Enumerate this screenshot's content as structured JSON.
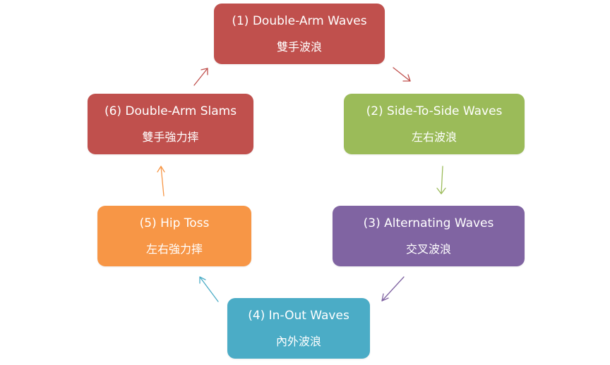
{
  "colors": {
    "red": "#C0504D",
    "green": "#9BBB59",
    "purple": "#8064A2",
    "cyan": "#4BACC6",
    "orange": "#F79646"
  },
  "nodes": [
    {
      "en": "(1) Double-Arm Waves",
      "zh": "雙手波浪",
      "color": "#C0504D"
    },
    {
      "en": "(2) Side-To-Side Waves",
      "zh": "左右波浪",
      "color": "#9BBB59"
    },
    {
      "en": "(3) Alternating Waves",
      "zh": "交叉波浪",
      "color": "#8064A2"
    },
    {
      "en": "(4) In-Out Waves",
      "zh": "內外波浪",
      "color": "#4BACC6"
    },
    {
      "en": "(5) Hip Toss",
      "zh": "左右強力摔",
      "color": "#F79646"
    },
    {
      "en": "(6) Double-Arm Slams",
      "zh": "雙手強力摔",
      "color": "#C0504D"
    }
  ],
  "arrows": [
    {
      "from": 1,
      "to": 2,
      "color": "#C0504D"
    },
    {
      "from": 2,
      "to": 3,
      "color": "#9BBB59"
    },
    {
      "from": 3,
      "to": 4,
      "color": "#8064A2"
    },
    {
      "from": 4,
      "to": 5,
      "color": "#4BACC6"
    },
    {
      "from": 5,
      "to": 6,
      "color": "#F79646"
    },
    {
      "from": 6,
      "to": 1,
      "color": "#C0504D"
    }
  ]
}
